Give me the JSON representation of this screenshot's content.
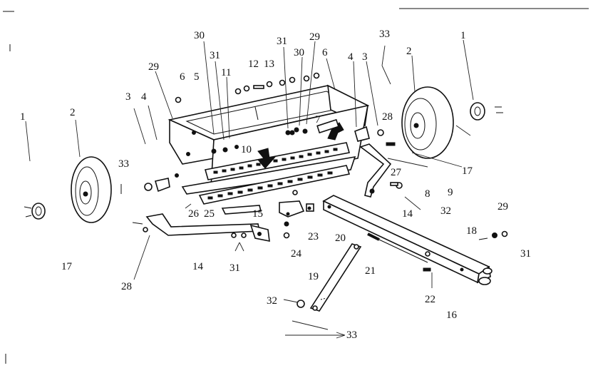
{
  "callouts": [
    {
      "id": "c30a",
      "text": "30"
    },
    {
      "id": "c31a",
      "text": "31"
    },
    {
      "id": "c11",
      "text": "11"
    },
    {
      "id": "c12",
      "text": "12"
    },
    {
      "id": "c13",
      "text": "13"
    },
    {
      "id": "c31b",
      "text": "31"
    },
    {
      "id": "c29a",
      "text": "29"
    },
    {
      "id": "c30b",
      "text": "30"
    },
    {
      "id": "c33a",
      "text": "33"
    },
    {
      "id": "c29b",
      "text": "29"
    },
    {
      "id": "c6a",
      "text": "6"
    },
    {
      "id": "c5",
      "text": "5"
    },
    {
      "id": "c6b",
      "text": "6"
    },
    {
      "id": "c4a",
      "text": "4"
    },
    {
      "id": "c3a",
      "text": "3"
    },
    {
      "id": "c2a",
      "text": "2"
    },
    {
      "id": "c1a",
      "text": "1"
    },
    {
      "id": "c3b",
      "text": "3"
    },
    {
      "id": "c4b",
      "text": "4"
    },
    {
      "id": "c1b",
      "text": "1"
    },
    {
      "id": "c2b",
      "text": "2"
    },
    {
      "id": "c7",
      "text": "7"
    },
    {
      "id": "c28a",
      "text": "28"
    },
    {
      "id": "c10",
      "text": "10"
    },
    {
      "id": "c33b",
      "text": "33"
    },
    {
      "id": "c17a",
      "text": "17"
    },
    {
      "id": "c27",
      "text": "27"
    },
    {
      "id": "c9",
      "text": "9"
    },
    {
      "id": "c8",
      "text": "8"
    },
    {
      "id": "c32a",
      "text": "32"
    },
    {
      "id": "c14a",
      "text": "14"
    },
    {
      "id": "c26",
      "text": "26"
    },
    {
      "id": "c25",
      "text": "25"
    },
    {
      "id": "c15",
      "text": "15"
    },
    {
      "id": "c23",
      "text": "23"
    },
    {
      "id": "c20",
      "text": "20"
    },
    {
      "id": "c29c",
      "text": "29"
    },
    {
      "id": "c18",
      "text": "18"
    },
    {
      "id": "c31c",
      "text": "31"
    },
    {
      "id": "c24",
      "text": "24"
    },
    {
      "id": "c17b",
      "text": "17"
    },
    {
      "id": "c14b",
      "text": "14"
    },
    {
      "id": "c31d",
      "text": "31"
    },
    {
      "id": "c21",
      "text": "21"
    },
    {
      "id": "c19",
      "text": "19"
    },
    {
      "id": "c28b",
      "text": "28"
    },
    {
      "id": "c22",
      "text": "22"
    },
    {
      "id": "c32b",
      "text": "32"
    },
    {
      "id": "c16",
      "text": "16"
    },
    {
      "id": "c33c",
      "text": "33"
    }
  ]
}
